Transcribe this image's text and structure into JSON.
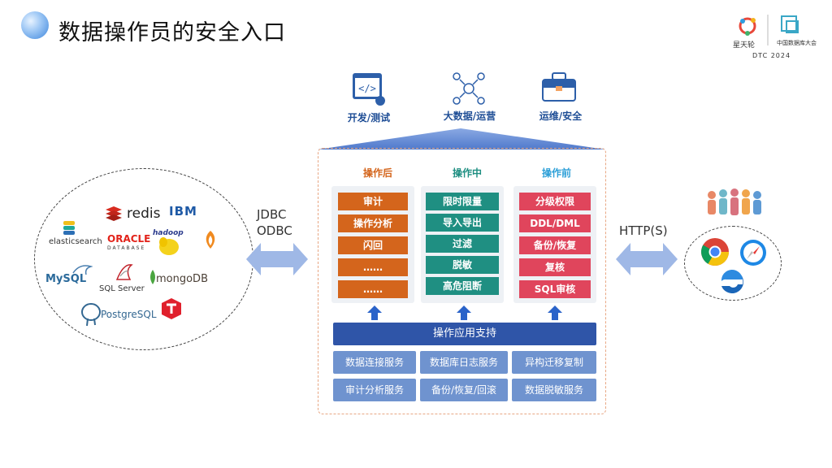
{
  "slide": {
    "title": "数据操作员的安全入口"
  },
  "logo": {
    "brand_left": "星天轮",
    "brand_right": "中国数据库大会",
    "event": "DTC 2024"
  },
  "databases": [
    "elasticsearch",
    "redis",
    "IBM",
    "ORACLE",
    "DATABASE",
    "hadoop",
    "MySQL",
    "SQL Server",
    "mongoDB",
    "PostgreSQL"
  ],
  "protocols": {
    "left_line1": "JDBC",
    "left_line2": "ODBC",
    "right": "HTTP(S)"
  },
  "roles": [
    {
      "label": "开发/测试",
      "icon": "code-window-icon"
    },
    {
      "label": "大数据/运营",
      "icon": "network-people-icon"
    },
    {
      "label": "运维/安全",
      "icon": "toolbox-icon"
    }
  ],
  "columns": [
    {
      "title": "操作后",
      "color": "#d4651c",
      "items": [
        "审计",
        "操作分析",
        "闪回",
        "……",
        "……"
      ]
    },
    {
      "title": "操作中",
      "color": "#1f8f82",
      "items": [
        "限时限量",
        "导入导出",
        "过滤",
        "脱敏",
        "高危阻断"
      ]
    },
    {
      "title": "操作前",
      "color": "#2ea0d8",
      "items": [
        "分级权限",
        "DDL/DML",
        "备份/恢复",
        "复核",
        "SQL审核"
      ]
    }
  ],
  "support": "操作应用支持",
  "services": [
    "数据连接服务",
    "数据库日志服务",
    "异构迁移复制",
    "审计分析服务",
    "备份/恢复/回滚",
    "数据脱敏服务"
  ],
  "colors": {
    "accent_blue": "#2f55a8",
    "service_blue": "#6f93cf",
    "arrow_blue": "#9fb8e6"
  }
}
